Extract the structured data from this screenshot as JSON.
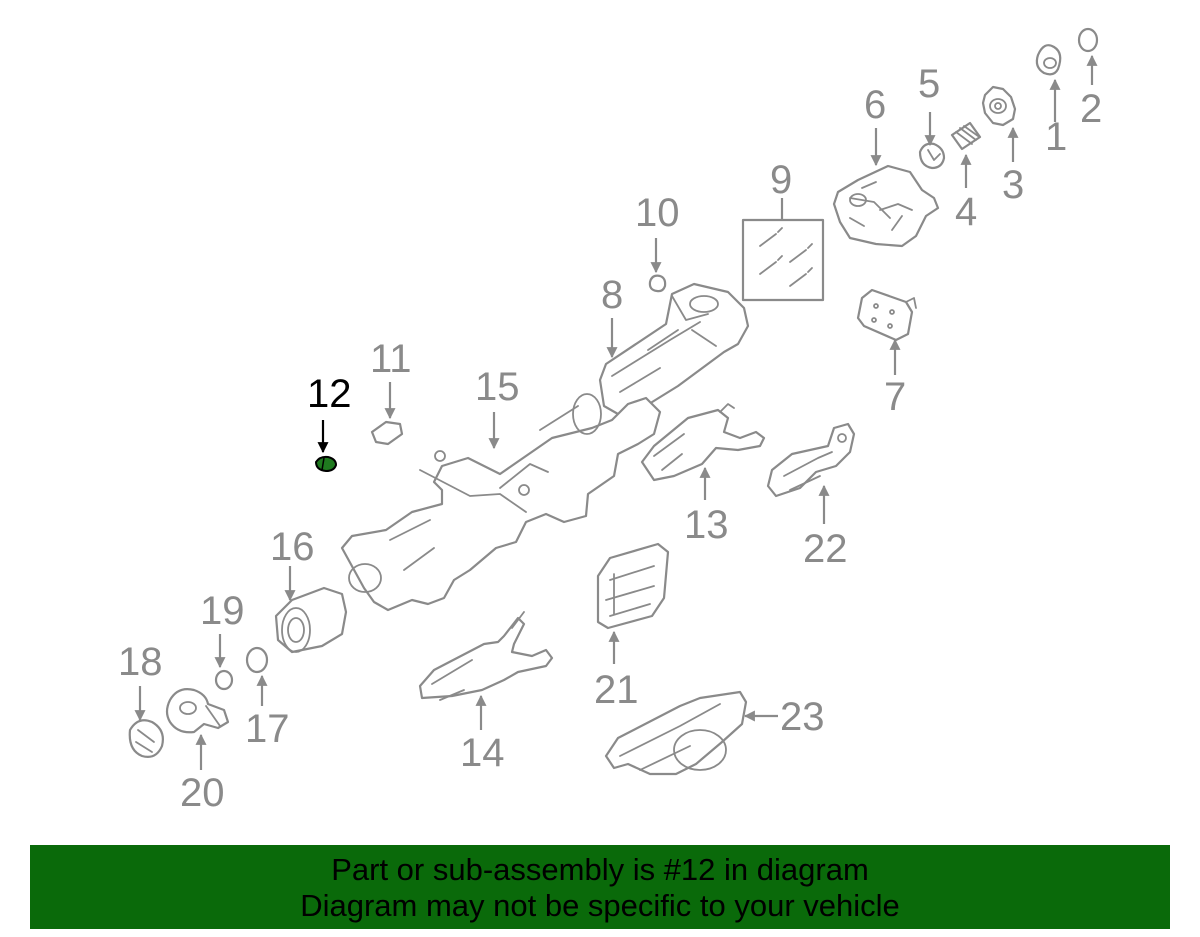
{
  "diagram": {
    "highlighted_part": "12",
    "callouts": [
      "1",
      "2",
      "3",
      "4",
      "5",
      "6",
      "7",
      "8",
      "9",
      "10",
      "11",
      "12",
      "13",
      "14",
      "15",
      "16",
      "17",
      "18",
      "19",
      "20",
      "21",
      "22",
      "23"
    ]
  },
  "banner": {
    "line1": "Part or sub-assembly is #12 in diagram",
    "line2": "Diagram may not be specific to your vehicle",
    "background": "#0a6a0a"
  },
  "colors": {
    "linework": "#8a8a8a",
    "highlight": "#000000",
    "highlight_part_fill": "#1f7a1f"
  }
}
